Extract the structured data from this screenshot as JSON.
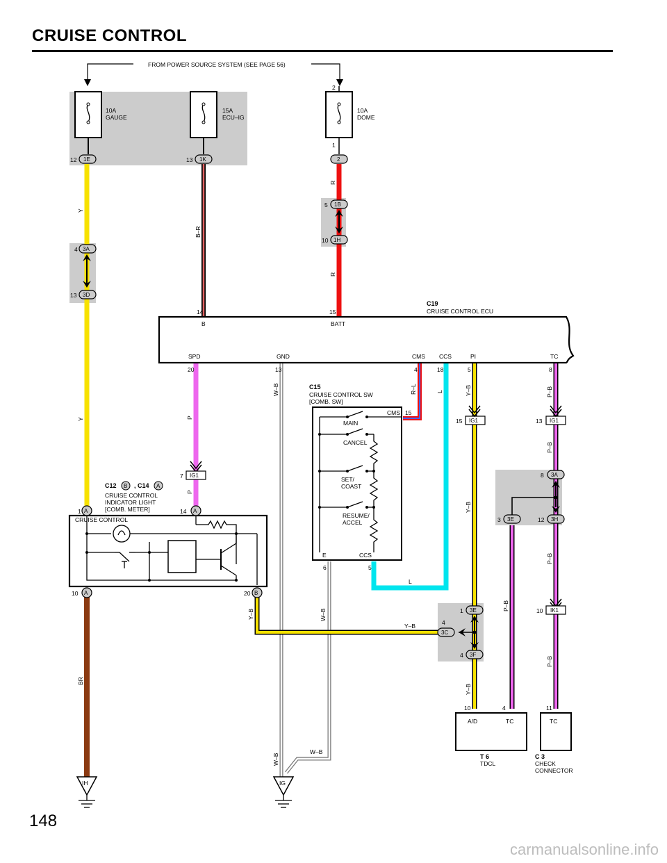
{
  "page": {
    "title": "CRUISE CONTROL",
    "number": "148",
    "watermark": "carmanualsonline.info"
  },
  "power_source_note": "FROM POWER SOURCE SYSTEM (SEE PAGE 56)",
  "fuses": [
    {
      "rating": "10A",
      "name": "GAUGE",
      "top_pin": "",
      "bottom_pin": "",
      "conn_num": "12",
      "conn": "1E"
    },
    {
      "rating": "15A",
      "name": "ECU–IG",
      "top_pin": "",
      "bottom_pin": "",
      "conn_num": "13",
      "conn": "1K"
    },
    {
      "rating": "10A",
      "name": "DOME",
      "top_pin": "2",
      "bottom_pin": "1",
      "conn_num": "",
      "conn": "2"
    }
  ],
  "ecu": {
    "code": "C19",
    "name": "CRUISE CONTROL ECU",
    "top_pins": [
      {
        "num": "14",
        "label": "B"
      },
      {
        "num": "15",
        "label": "BATT"
      }
    ],
    "bottom_pins": [
      {
        "num": "20",
        "label": "SPD"
      },
      {
        "num": "13",
        "label": "GND"
      },
      {
        "num": "4",
        "label": "CMS"
      },
      {
        "num": "18",
        "label": "CCS"
      },
      {
        "num": "5",
        "label": "PI"
      },
      {
        "num": "8",
        "label": "TC"
      }
    ]
  },
  "switch": {
    "code": "C15",
    "name": "CRUISE CONTROL SW",
    "sub": "[COMB.  SW]",
    "cms": "CMS",
    "cms_pin": "15",
    "positions": [
      "MAIN",
      "CANCEL",
      "SET/",
      "COAST",
      "RESUME/",
      "ACCEL"
    ],
    "e": "E",
    "e_pin": "6",
    "ccs": "CCS",
    "ccs_pin": "5"
  },
  "meter": {
    "code1": "C12",
    "conn1": "B",
    "code2": "C14",
    "conn2": "A",
    "name": [
      "CRUISE CONTROL",
      "INDICATOR LIGHT",
      "[COMB.  METER]"
    ],
    "inner_label": "CRUISE CONTROL",
    "pins": [
      {
        "num": "1",
        "conn": "A"
      },
      {
        "num": "14",
        "conn": "A"
      },
      {
        "num": "10",
        "conn": "A"
      },
      {
        "num": "20",
        "conn": "B"
      }
    ]
  },
  "connectors": [
    {
      "num": "4",
      "id": "3A"
    },
    {
      "num": "13",
      "id": "3D"
    },
    {
      "num": "5",
      "id": "1B"
    },
    {
      "num": "10",
      "id": "1H"
    },
    {
      "num": "7",
      "id": "IG1"
    },
    {
      "num": "15",
      "id": "IG1"
    },
    {
      "num": "13",
      "id": "IG1"
    },
    {
      "num": "8",
      "id": "3A"
    },
    {
      "num": "3",
      "id": "3E"
    },
    {
      "num": "12",
      "id": "3H"
    },
    {
      "num": "10",
      "id": "IK1"
    },
    {
      "num": "1",
      "id": "3E"
    },
    {
      "num": "4",
      "id": "3C"
    },
    {
      "num": "4",
      "id": "3F"
    }
  ],
  "wire_labels": [
    "Y",
    "Y",
    "B–R",
    "R",
    "R",
    "P",
    "P",
    "W–B",
    "R–L",
    "L",
    "L",
    "Y–B",
    "Y–B",
    "Y–B",
    "Y–B",
    "Y–B",
    "P–B",
    "P–B",
    "P–B",
    "P–B",
    "P–B",
    "BR",
    "W–B",
    "W–B",
    "W–B"
  ],
  "grounds": [
    "IH",
    "IG"
  ],
  "tdcl": {
    "code": "T 6",
    "name": "TDCL",
    "pins": [
      {
        "num": "10",
        "label": "A/D"
      },
      {
        "num": "4",
        "label": "TC"
      }
    ]
  },
  "check_connector": {
    "code": "C 3",
    "name": [
      "CHECK",
      "CONNECTOR"
    ],
    "pin": "11",
    "label": "TC"
  },
  "colors": {
    "yellow": "#f7e200",
    "red": "#ee1111",
    "pink": "#ee66ee",
    "cyan": "#00e5ee",
    "brown": "#8b3a12",
    "gray_box": "#cccccc",
    "black_red": "#e06060"
  }
}
